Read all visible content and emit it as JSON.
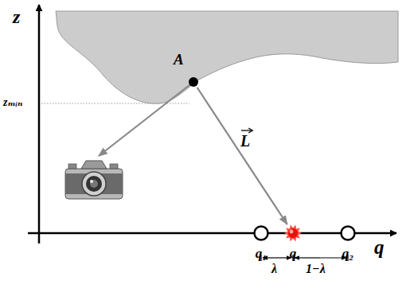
{
  "diagram": {
    "nodes": [
      {
        "text": [
          "A"
        ]
      },
      {
        "text": [
          "q₁"
        ]
      },
      {
        "text": [
          "q"
        ]
      },
      {
        "text": [
          "q₂"
        ]
      }
    ],
    "edges": [
      {
        "from": 0,
        "to": 2,
        "arrow": "to",
        "label": "L"
      }
    ],
    "labels": [
      "z",
      "zₘᵢₙ",
      "λ",
      "1−λ",
      "q"
    ]
  }
}
